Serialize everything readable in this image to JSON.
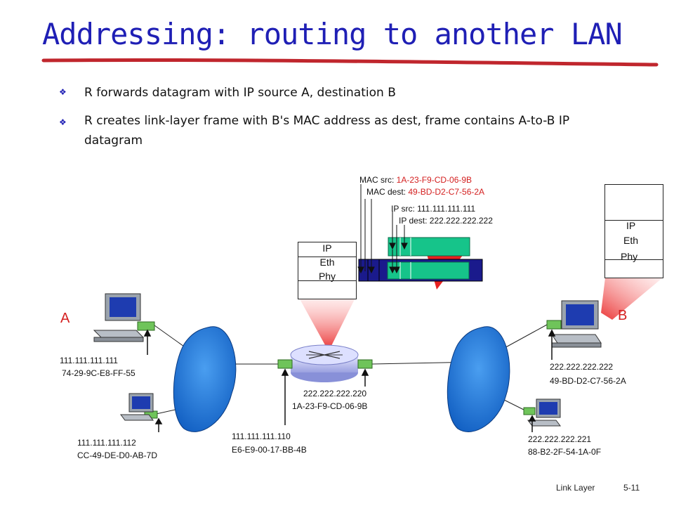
{
  "title": "Addressing: routing to another LAN",
  "bullets": [
    "R forwards datagram with IP source  A, destination B",
    "R creates link-layer frame with B's MAC address as dest, frame contains A-to-B IP datagram"
  ],
  "frame": {
    "mac_src_label": "MAC src: ",
    "mac_src_value": "1A-23-F9-CD-06-9B",
    "mac_dest_label": "MAC dest: ",
    "mac_dest_value": "49-BD-D2-C7-56-2A",
    "ip_src": "IP src: 111.111.111.111",
    "ip_dest": "IP dest: 222.222.222.222"
  },
  "stacks": {
    "router": [
      "IP",
      "Eth",
      "Phy"
    ],
    "host_b": [
      "IP",
      "Eth",
      "Phy"
    ]
  },
  "hosts": {
    "a_label": "A",
    "b_label": "B",
    "a_ip": "111.111.111.111",
    "a_mac": "74-29-9C-E8-FF-55",
    "a2_ip": "111.111.111.112",
    "a2_mac": "CC-49-DE-D0-AB-7D",
    "b_ip": "222.222.222.222",
    "b_mac": "49-BD-D2-C7-56-2A",
    "b2_ip": "222.222.222.221",
    "b2_mac": "88-B2-2F-54-1A-0F"
  },
  "router": {
    "left_ip": "111.111.111.110",
    "left_mac": "E6-E9-00-17-BB-4B",
    "right_ip": "222.222.222.220",
    "right_mac": "1A-23-F9-CD-06-9B"
  },
  "footer": {
    "chapter": "Link Layer",
    "page": "5-11"
  },
  "colors": {
    "title": "#1f1fb5",
    "highlight": "#d42020",
    "frame_blue": "#1a1a8c",
    "datagram_green": "#16c48a"
  }
}
